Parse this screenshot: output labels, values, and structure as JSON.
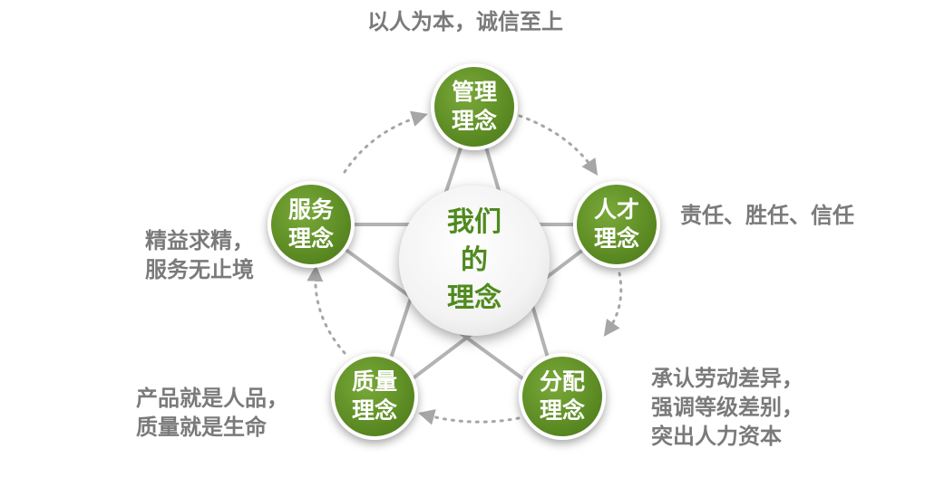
{
  "top_motto": "以人为本，诚信至上",
  "center": {
    "lines": [
      "我们",
      "的",
      "理念"
    ]
  },
  "nodes": {
    "management": {
      "lines": [
        "管理",
        "理念"
      ]
    },
    "talent": {
      "lines": [
        "人才",
        "理念"
      ]
    },
    "distribution": {
      "lines": [
        "分配",
        "理念"
      ]
    },
    "quality": {
      "lines": [
        "质量",
        "理念"
      ]
    },
    "service": {
      "lines": [
        "服务",
        "理念"
      ]
    }
  },
  "labels": {
    "talent": [
      "责任、胜任、信任"
    ],
    "distribution": [
      "承认劳动差异，",
      "强调等级差别，",
      "突出人力资本"
    ],
    "quality": [
      "产品就是人品，",
      "质量就是生命"
    ],
    "service": [
      "精益求精，",
      "服务无止境"
    ]
  },
  "colors": {
    "node_green": "#5e8e25",
    "center_text": "#4f8a1e",
    "label_gray": "#7a7a7a",
    "line_gray": "#b3b3b3",
    "arrow_gray": "#a6a6a6"
  }
}
